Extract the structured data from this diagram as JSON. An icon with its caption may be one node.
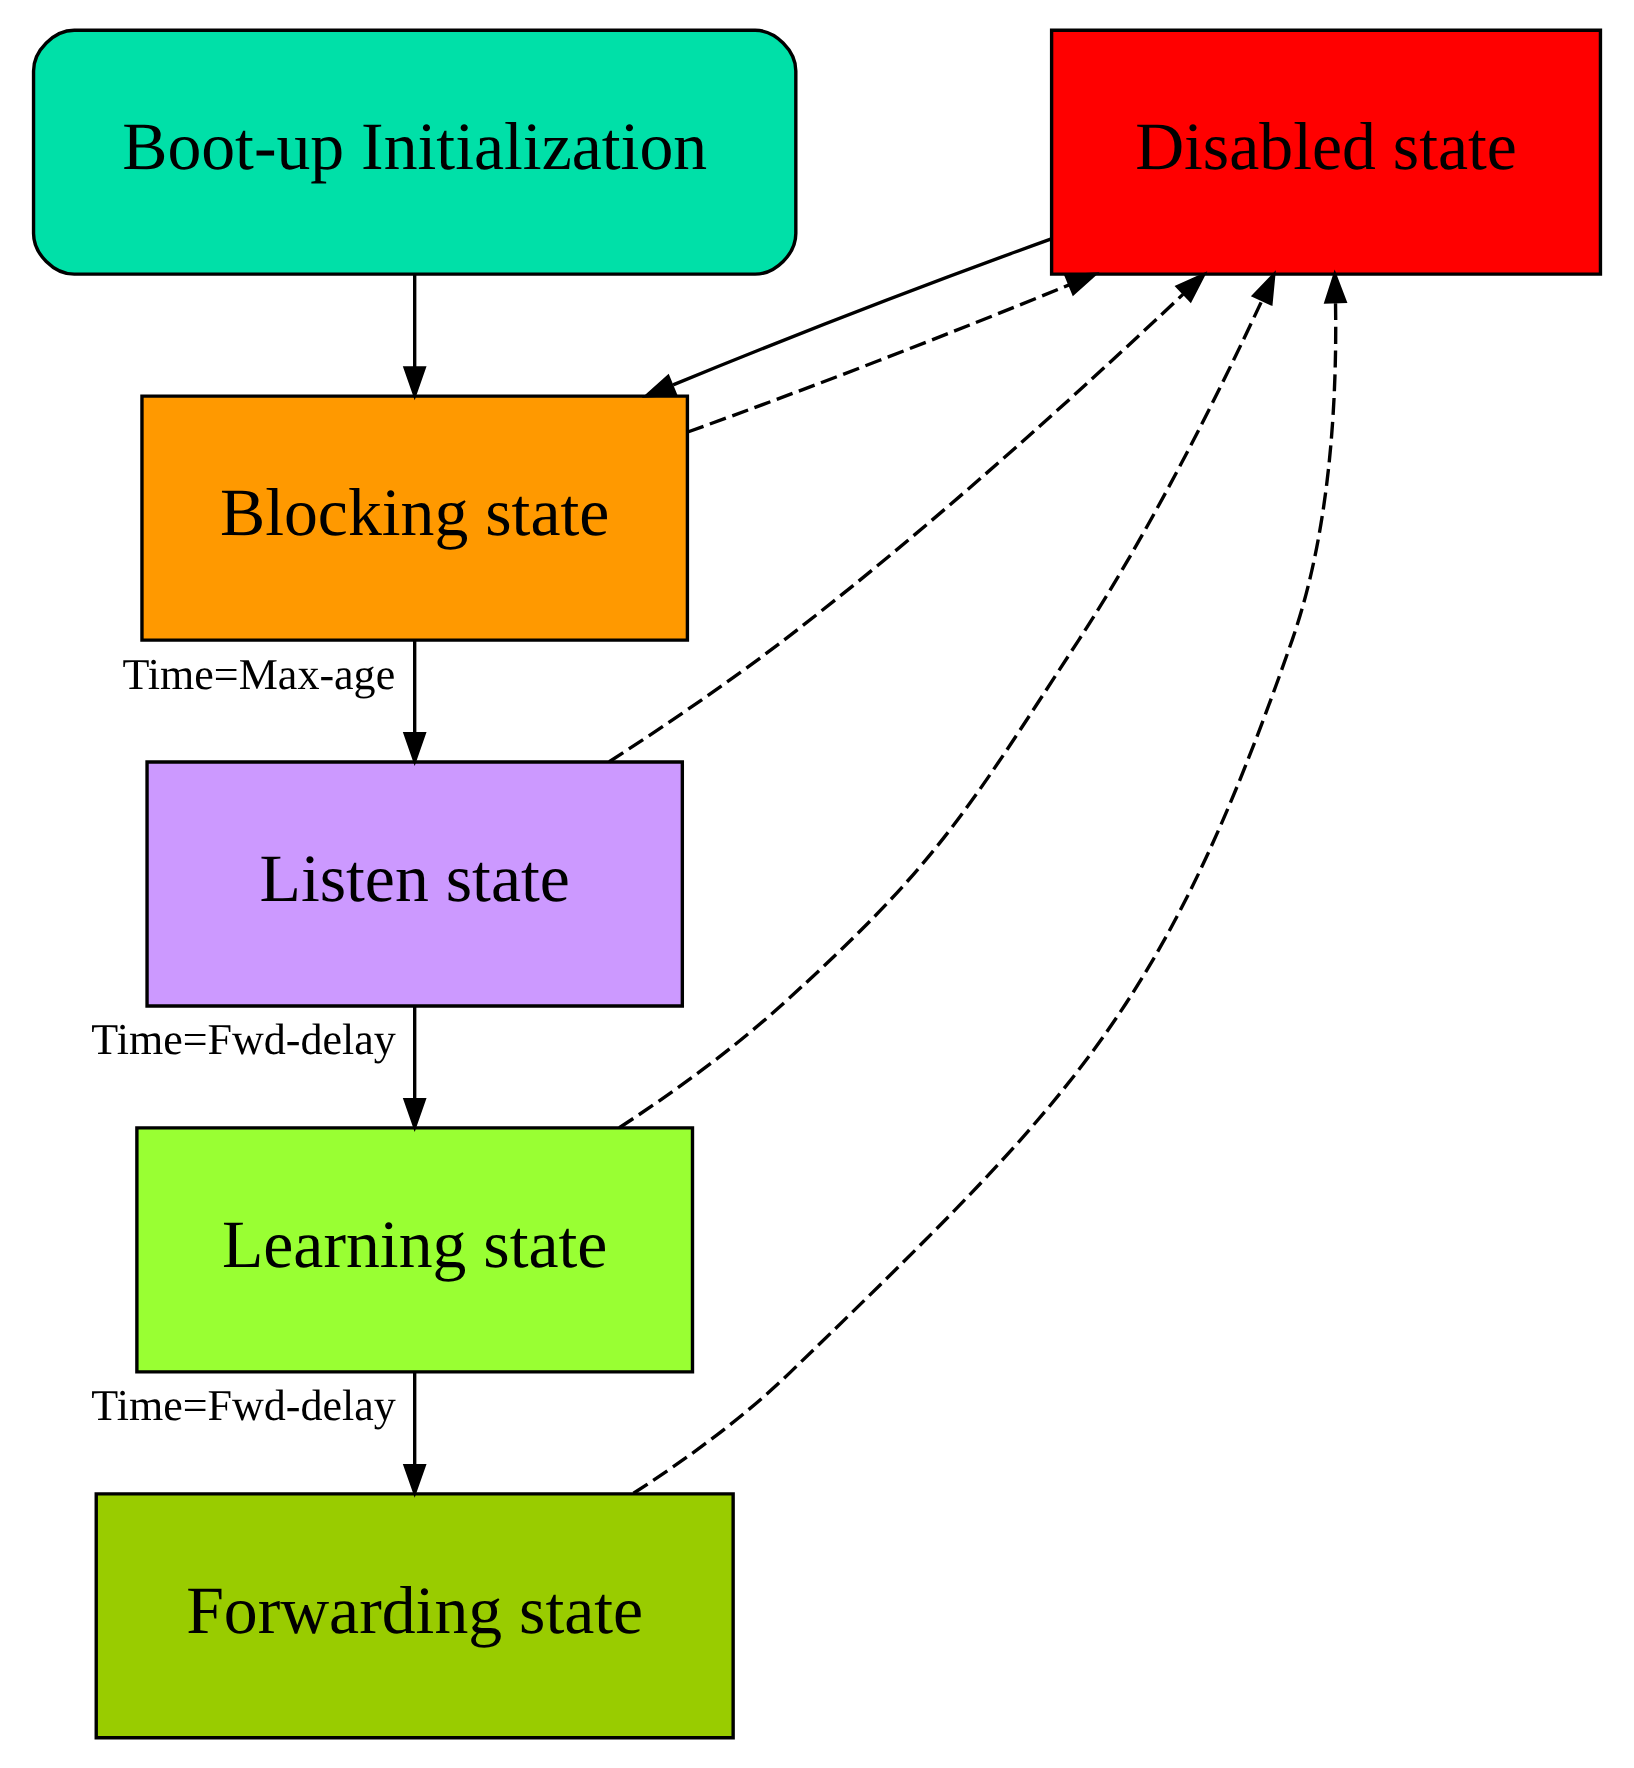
{
  "diagram": {
    "nodes": [
      {
        "text": [
          "Boot-up Initialization"
        ]
      },
      {
        "text": [
          "Blocking state"
        ]
      },
      {
        "text": [
          "Listen state"
        ]
      },
      {
        "text": [
          "Learning state"
        ]
      },
      {
        "text": [
          "Forwarding state"
        ]
      },
      {
        "text": [
          "Disabled state"
        ]
      }
    ],
    "edges": [
      {
        "from": 0,
        "to": 1,
        "arrow": "to"
      },
      {
        "from": 1,
        "to": 2,
        "arrow": "to",
        "label": "Time=Max-age"
      },
      {
        "from": 2,
        "to": 3,
        "arrow": "to",
        "label": "Time=Fwd-delay"
      },
      {
        "from": 3,
        "to": 4,
        "arrow": "to",
        "label": "Time=Fwd-delay"
      },
      {
        "from": 1,
        "to": 5,
        "arrow": "to",
        "style": "dashed"
      },
      {
        "from": 2,
        "to": 5,
        "arrow": "to",
        "style": "dashed"
      },
      {
        "from": 3,
        "to": 5,
        "arrow": "to",
        "style": "dashed"
      },
      {
        "from": 4,
        "to": 5,
        "arrow": "to",
        "style": "dashed"
      },
      {
        "from": 5,
        "to": 1,
        "arrow": "to"
      }
    ]
  }
}
